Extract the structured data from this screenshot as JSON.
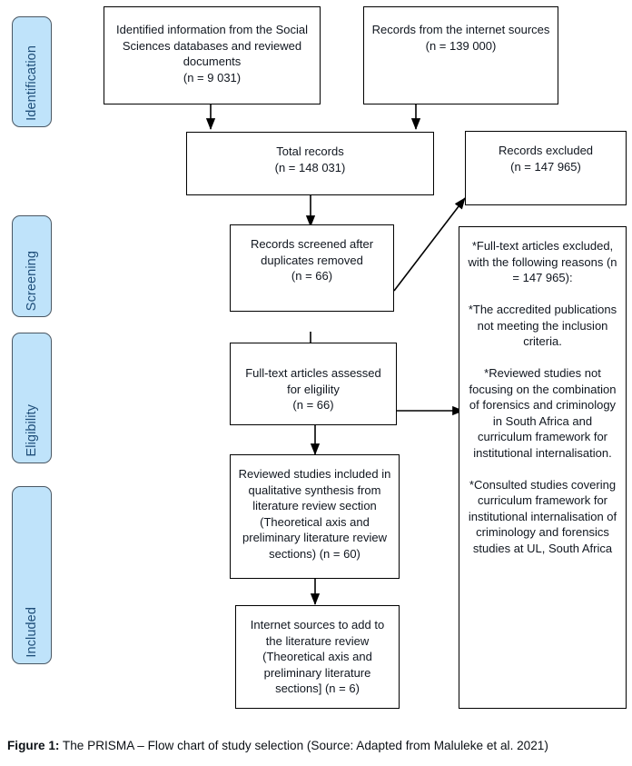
{
  "figure": {
    "caption_label": "Figure 1:",
    "caption_text": " The PRISMA – Flow chart of study selection (Source: Adapted from Maluleke et al. 2021)"
  },
  "colors": {
    "badge_fill": "#bfe3fa",
    "badge_border": "#4a5763",
    "badge_text": "#1f4e79",
    "box_border": "#000000",
    "box_fill": "#ffffff",
    "box_text": "#10161f",
    "arrow": "#000000"
  },
  "stages": [
    {
      "id": "identification",
      "label": "Identification"
    },
    {
      "id": "screening",
      "label": "Screening"
    },
    {
      "id": "eligibility",
      "label": "Eligibility"
    },
    {
      "id": "included",
      "label": "Included"
    }
  ],
  "boxes": {
    "databases": {
      "id": "identified-information",
      "text": "Identified information from the Social Sciences databases and reviewed documents\n(n = 9 031)",
      "n": "9 031"
    },
    "internet": {
      "id": "records-internet",
      "text": "Records from the internet sources\n(n = 139 000)",
      "n": "139 000"
    },
    "total": {
      "id": "total-records",
      "text": "Total records\n(n = 148 031)",
      "n": "148 031"
    },
    "excluded": {
      "id": "records-excluded",
      "text": "Records excluded\n(n = 147 965)",
      "n": "147 965"
    },
    "screened": {
      "id": "records-screened",
      "text": "Records screened after duplicates removed\n(n = 66)",
      "n": "66"
    },
    "fulltext": {
      "id": "full-text-assessed",
      "text": "Full-text articles assessed for eligility\n(n = 66)",
      "n": "66"
    },
    "reviewed": {
      "id": "reviewed-studies-included",
      "text": "Reviewed studies included in qualitative synthesis from literature review section (Theoretical axis and preliminary literature review sections) (n = 60)",
      "n": "60"
    },
    "internet_added": {
      "id": "internet-sources-added",
      "text": "Internet sources to add to the literature review (Theoretical axis and preliminary literature sections] (n = 6)",
      "n": "6"
    },
    "reasons": {
      "id": "exclusion-reasons",
      "text": "*Full-text articles excluded, with the following reasons (n = 147 965):\n\n*The accredited publications not meeting the inclusion criteria.\n\n*Reviewed studies not focusing on the combination of forensics and criminology in South Africa and curriculum framework for institutional internalisation.\n\n*Consulted studies covering curriculum framework for institutional internalisation of criminology and forensics studies at UL, South Africa",
      "n": "147 965"
    }
  },
  "chart_data": {
    "type": "diagram",
    "title": "PRISMA Flow chart of study selection",
    "nodes": [
      {
        "id": "databases",
        "stage": "Identification",
        "label": "Identified information from the Social Sciences databases and reviewed documents",
        "n": 9031
      },
      {
        "id": "internet",
        "stage": "Identification",
        "label": "Records from the internet sources",
        "n": 139000
      },
      {
        "id": "total",
        "stage": "Identification",
        "label": "Total records",
        "n": 148031
      },
      {
        "id": "excluded",
        "stage": "Screening",
        "label": "Records excluded",
        "n": 147965
      },
      {
        "id": "screened",
        "stage": "Screening",
        "label": "Records screened after duplicates removed",
        "n": 66
      },
      {
        "id": "fulltext",
        "stage": "Eligibility",
        "label": "Full-text articles assessed for eligility",
        "n": 66
      },
      {
        "id": "reasons",
        "stage": "Eligibility",
        "label": "Full-text articles excluded, with the following reasons",
        "n": 147965
      },
      {
        "id": "reviewed",
        "stage": "Included",
        "label": "Reviewed studies included in qualitative synthesis from literature review section",
        "n": 60
      },
      {
        "id": "internet_added",
        "stage": "Included",
        "label": "Internet sources to add to the literature review",
        "n": 6
      }
    ],
    "edges": [
      {
        "from": "databases",
        "to": "total"
      },
      {
        "from": "internet",
        "to": "total"
      },
      {
        "from": "total",
        "to": "screened"
      },
      {
        "from": "screened",
        "to": "excluded"
      },
      {
        "from": "screened",
        "to": "fulltext"
      },
      {
        "from": "fulltext",
        "to": "reasons"
      },
      {
        "from": "fulltext",
        "to": "reviewed"
      },
      {
        "from": "reviewed",
        "to": "internet_added"
      }
    ]
  }
}
